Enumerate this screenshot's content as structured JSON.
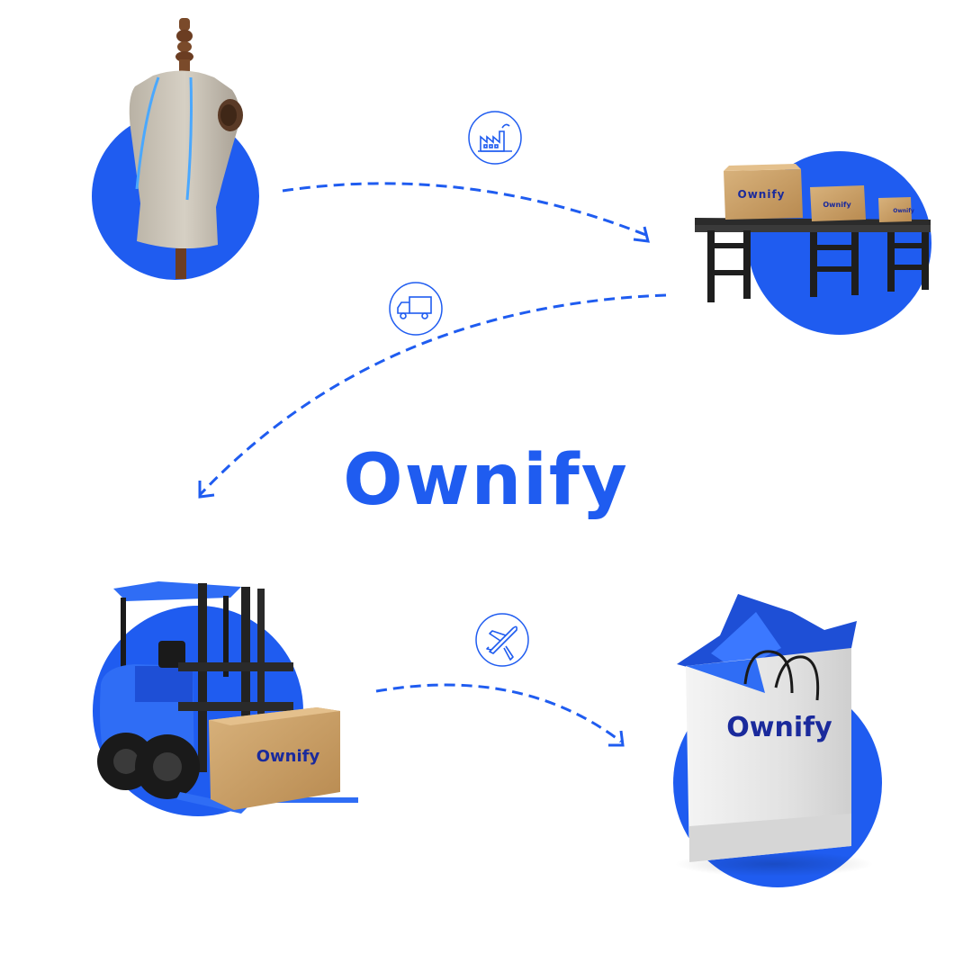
{
  "brand": {
    "name": "Ownify",
    "accent": "#1f5cf0",
    "print_color": "#1a2a9c"
  },
  "stages": [
    {
      "id": "design",
      "icon": "mannequin-icon"
    },
    {
      "id": "production",
      "icon": "conveyor-belt-icon",
      "box_labels": [
        "Ownify",
        "Ownify",
        "Ownify"
      ]
    },
    {
      "id": "warehouse",
      "icon": "forklift-icon",
      "box_label": "Ownify"
    },
    {
      "id": "delivery",
      "icon": "shopping-bag-icon",
      "bag_label": "Ownify"
    }
  ],
  "transitions": [
    {
      "from": "design",
      "to": "production",
      "icon": "factory-icon"
    },
    {
      "from": "production",
      "to": "warehouse",
      "icon": "truck-icon"
    },
    {
      "from": "warehouse",
      "to": "delivery",
      "icon": "airplane-icon"
    }
  ]
}
